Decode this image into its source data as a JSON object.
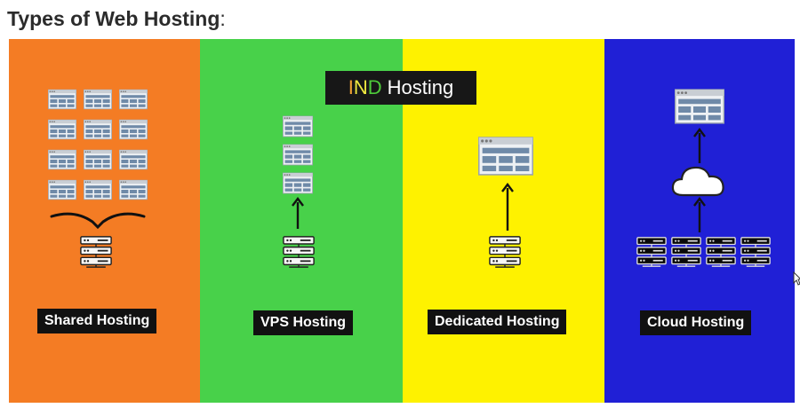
{
  "heading": {
    "title": "Types of Web Hosting",
    "colon": ":"
  },
  "brand": {
    "i": "I",
    "n": "N",
    "d": "D",
    "rest": "Hosting"
  },
  "panels": [
    {
      "label": "Shared Hosting",
      "color": "#f47c24"
    },
    {
      "label": "VPS Hosting",
      "color": "#48d14a"
    },
    {
      "label": "Dedicated Hosting",
      "color": "#fef200"
    },
    {
      "label": "Cloud Hosting",
      "color": "#2020d6"
    }
  ],
  "icons": {
    "website": "website-window-icon",
    "server": "server-rack-icon",
    "arrow": "arrow-up-icon",
    "cloud": "cloud-icon",
    "brace": "merge-brace-icon"
  }
}
